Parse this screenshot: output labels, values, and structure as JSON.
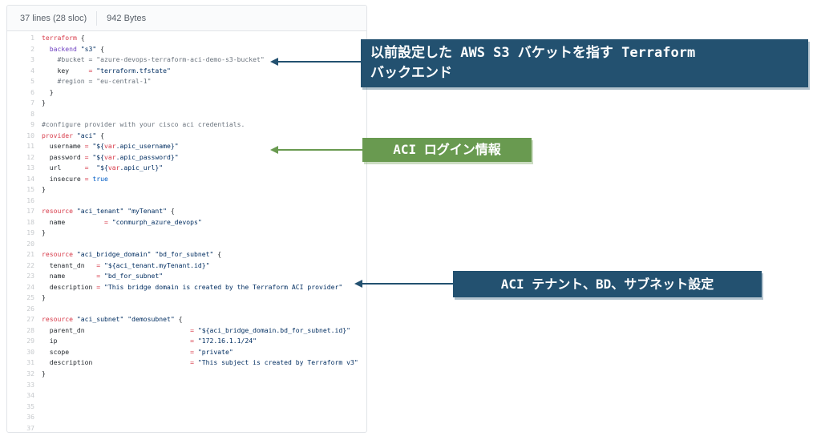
{
  "colors": {
    "keyword": "#d73a49",
    "string": "#032f62",
    "comment": "#6a737d",
    "function": "#6f42c1",
    "constant": "#005cc5",
    "plain": "#24292e",
    "line_number": "#c6c9cc",
    "panel_border": "#e1e4e8",
    "header_bg": "#fafbfc",
    "annotation_navy": "#235170",
    "annotation_green": "#699a50"
  },
  "file_header": {
    "lines_info": "37 lines (28 sloc)",
    "size_info": "942 Bytes"
  },
  "code": {
    "lines": [
      {
        "n": 1,
        "t": [
          [
            "k",
            "terraform"
          ],
          [
            "p",
            " {"
          ]
        ]
      },
      {
        "n": 2,
        "t": [
          [
            "p",
            "  "
          ],
          [
            "f",
            "backend"
          ],
          [
            "p",
            " "
          ],
          [
            "s",
            "\"s3\""
          ],
          [
            "p",
            " {"
          ]
        ]
      },
      {
        "n": 3,
        "t": [
          [
            "p",
            "    "
          ],
          [
            "c",
            "#bucket = \"azure-devops-terraform-aci-demo-s3-bucket\""
          ]
        ]
      },
      {
        "n": 4,
        "t": [
          [
            "p",
            "    key     "
          ],
          [
            "o",
            "="
          ],
          [
            "p",
            " "
          ],
          [
            "s",
            "\"terraform.tfstate\""
          ]
        ]
      },
      {
        "n": 5,
        "t": [
          [
            "p",
            "    "
          ],
          [
            "c",
            "#region = \"eu-central-1\""
          ]
        ]
      },
      {
        "n": 6,
        "t": [
          [
            "p",
            "  }"
          ]
        ]
      },
      {
        "n": 7,
        "t": [
          [
            "p",
            "}"
          ]
        ]
      },
      {
        "n": 8,
        "t": []
      },
      {
        "n": 9,
        "t": [
          [
            "c",
            "#configure provider with your cisco aci credentials."
          ]
        ]
      },
      {
        "n": 10,
        "t": [
          [
            "k",
            "provider"
          ],
          [
            "p",
            " "
          ],
          [
            "s",
            "\"aci\""
          ],
          [
            "p",
            " {"
          ]
        ]
      },
      {
        "n": 11,
        "t": [
          [
            "p",
            "  username "
          ],
          [
            "o",
            "="
          ],
          [
            "p",
            " "
          ],
          [
            "s",
            "\"${"
          ],
          [
            "v",
            "var"
          ],
          [
            "s",
            ".apic_username}\""
          ]
        ]
      },
      {
        "n": 12,
        "t": [
          [
            "p",
            "  password "
          ],
          [
            "o",
            "="
          ],
          [
            "p",
            " "
          ],
          [
            "s",
            "\"${"
          ],
          [
            "v",
            "var"
          ],
          [
            "s",
            ".apic_password}\""
          ]
        ]
      },
      {
        "n": 13,
        "t": [
          [
            "p",
            "  url      "
          ],
          [
            "o",
            "="
          ],
          [
            "p",
            "  "
          ],
          [
            "s",
            "\"${"
          ],
          [
            "v",
            "var"
          ],
          [
            "s",
            ".apic_url}\""
          ]
        ]
      },
      {
        "n": 14,
        "t": [
          [
            "p",
            "  insecure "
          ],
          [
            "o",
            "="
          ],
          [
            "p",
            " "
          ],
          [
            "b",
            "true"
          ]
        ]
      },
      {
        "n": 15,
        "t": [
          [
            "p",
            "}"
          ]
        ]
      },
      {
        "n": 16,
        "t": []
      },
      {
        "n": 17,
        "t": [
          [
            "k",
            "resource"
          ],
          [
            "p",
            " "
          ],
          [
            "s",
            "\"aci_tenant\""
          ],
          [
            "p",
            " "
          ],
          [
            "s",
            "\"myTenant\""
          ],
          [
            "p",
            " {"
          ]
        ]
      },
      {
        "n": 18,
        "t": [
          [
            "p",
            "  name          "
          ],
          [
            "o",
            "="
          ],
          [
            "p",
            " "
          ],
          [
            "s",
            "\"conmurph_azure_devops\""
          ]
        ]
      },
      {
        "n": 19,
        "t": [
          [
            "p",
            "}"
          ]
        ]
      },
      {
        "n": 20,
        "t": []
      },
      {
        "n": 21,
        "t": [
          [
            "k",
            "resource"
          ],
          [
            "p",
            " "
          ],
          [
            "s",
            "\"aci_bridge_domain\""
          ],
          [
            "p",
            " "
          ],
          [
            "s",
            "\"bd_for_subnet\""
          ],
          [
            "p",
            " {"
          ]
        ]
      },
      {
        "n": 22,
        "t": [
          [
            "p",
            "  tenant_dn   "
          ],
          [
            "o",
            "="
          ],
          [
            "p",
            " "
          ],
          [
            "s",
            "\"${aci_tenant.myTenant.id}\""
          ]
        ]
      },
      {
        "n": 23,
        "t": [
          [
            "p",
            "  name        "
          ],
          [
            "o",
            "="
          ],
          [
            "p",
            " "
          ],
          [
            "s",
            "\"bd_for_subnet\""
          ]
        ]
      },
      {
        "n": 24,
        "t": [
          [
            "p",
            "  description "
          ],
          [
            "o",
            "="
          ],
          [
            "p",
            " "
          ],
          [
            "s",
            "\"This bridge domain is created by the Terraform ACI provider\""
          ]
        ]
      },
      {
        "n": 25,
        "t": [
          [
            "p",
            "}"
          ]
        ]
      },
      {
        "n": 26,
        "t": []
      },
      {
        "n": 27,
        "t": [
          [
            "k",
            "resource"
          ],
          [
            "p",
            " "
          ],
          [
            "s",
            "\"aci_subnet\""
          ],
          [
            "p",
            " "
          ],
          [
            "s",
            "\"demosubnet\""
          ],
          [
            "p",
            " {"
          ]
        ]
      },
      {
        "n": 28,
        "t": [
          [
            "p",
            "  parent_dn                           "
          ],
          [
            "o",
            "="
          ],
          [
            "p",
            " "
          ],
          [
            "s",
            "\"${aci_bridge_domain.bd_for_subnet.id}\""
          ]
        ]
      },
      {
        "n": 29,
        "t": [
          [
            "p",
            "  ip                                  "
          ],
          [
            "o",
            "="
          ],
          [
            "p",
            " "
          ],
          [
            "s",
            "\"172.16.1.1/24\""
          ]
        ]
      },
      {
        "n": 30,
        "t": [
          [
            "p",
            "  scope                               "
          ],
          [
            "o",
            "="
          ],
          [
            "p",
            " "
          ],
          [
            "s",
            "\"private\""
          ]
        ]
      },
      {
        "n": 31,
        "t": [
          [
            "p",
            "  description                         "
          ],
          [
            "o",
            "="
          ],
          [
            "p",
            " "
          ],
          [
            "s",
            "\"This subject is created by Terraform v3\""
          ]
        ]
      },
      {
        "n": 32,
        "t": [
          [
            "p",
            "}"
          ]
        ]
      },
      {
        "n": 33,
        "t": []
      },
      {
        "n": 34,
        "t": []
      },
      {
        "n": 35,
        "t": []
      },
      {
        "n": 36,
        "t": []
      },
      {
        "n": 37,
        "t": []
      }
    ]
  },
  "annotations": [
    {
      "label": "以前設定した  AWS S3  バケットを指す  Terraform\nバックエンド",
      "box_color": "#235170",
      "shadow_color": "rgba(35,81,112,0.35)"
    },
    {
      "label": "ACI  ログイン情報",
      "box_color": "#699a50",
      "shadow_color": "rgba(105,154,80,0.35)"
    },
    {
      "label": "ACI  テナント、BD、サブネット設定",
      "box_color": "#235170",
      "shadow_color": "rgba(35,81,112,0.35)"
    }
  ]
}
